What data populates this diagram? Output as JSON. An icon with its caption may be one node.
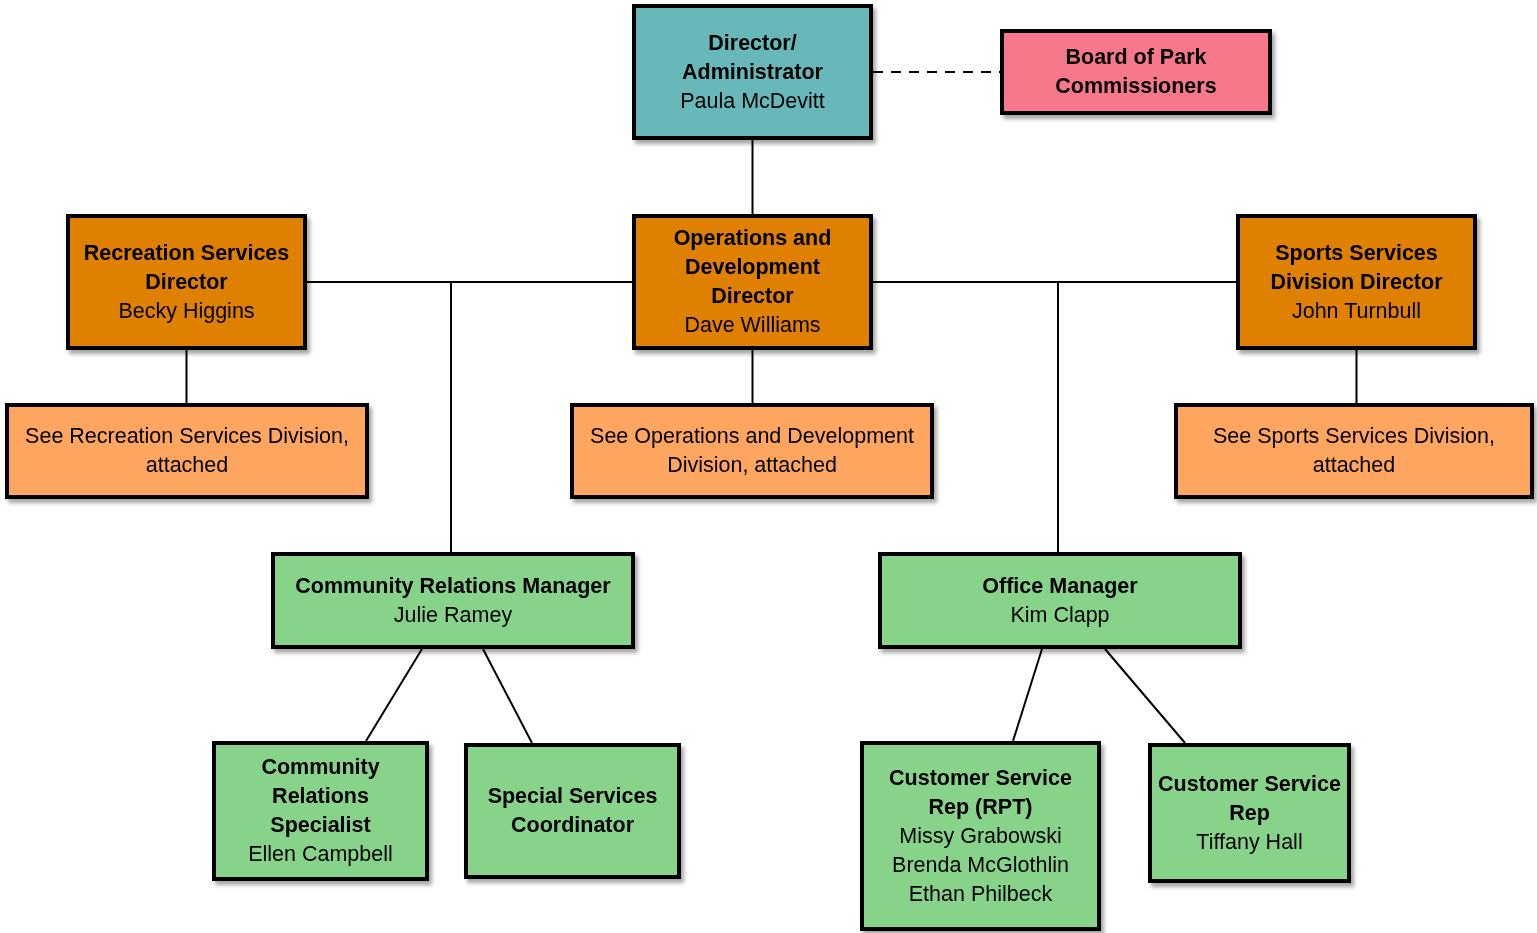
{
  "diagram": {
    "nodes": [
      {
        "text": [
          "Director/ Administrator",
          "Paula McDevitt"
        ]
      },
      {
        "text": [
          "Board of Park Commissioners"
        ]
      },
      {
        "text": [
          "Recreation Services Director",
          "Becky Higgins"
        ]
      },
      {
        "text": [
          "Operations and Development Director",
          "Dave Williams"
        ]
      },
      {
        "text": [
          "Sports Services Division Director",
          "John Turnbull"
        ]
      },
      {
        "text": [
          "See Recreation Services Division, attached"
        ]
      },
      {
        "text": [
          "See Operations and Development Division, attached"
        ]
      },
      {
        "text": [
          "See Sports Services Division, attached"
        ]
      },
      {
        "text": [
          "Community Relations Manager",
          "Julie Ramey"
        ]
      },
      {
        "text": [
          "Office Manager",
          "Kim Clapp"
        ]
      },
      {
        "text": [
          "Community Relations Specialist",
          "Ellen Campbell"
        ]
      },
      {
        "text": [
          "Special Services Coordinator"
        ]
      },
      {
        "text": [
          "Customer Service Rep (RPT)",
          "Missy Grabowski",
          "Brenda McGlothlin",
          "Ethan Philbeck"
        ]
      },
      {
        "text": [
          "Customer Service Rep",
          "Tiffany Hall"
        ]
      }
    ],
    "edges": [
      {
        "from": 0,
        "to": 1,
        "arrow": "none",
        "style": "dashed"
      },
      {
        "from": 0,
        "to": 3,
        "arrow": "none"
      },
      {
        "from": 3,
        "to": 2,
        "arrow": "none"
      },
      {
        "from": 3,
        "to": 4,
        "arrow": "none"
      },
      {
        "from": 2,
        "to": 5,
        "arrow": "none"
      },
      {
        "from": 3,
        "to": 6,
        "arrow": "none"
      },
      {
        "from": 4,
        "to": 7,
        "arrow": "none"
      },
      {
        "from": 3,
        "to": 8,
        "arrow": "none"
      },
      {
        "from": 3,
        "to": 9,
        "arrow": "none"
      },
      {
        "from": 8,
        "to": 10,
        "arrow": "none"
      },
      {
        "from": 8,
        "to": 11,
        "arrow": "none"
      },
      {
        "from": 9,
        "to": 12,
        "arrow": "none"
      },
      {
        "from": 9,
        "to": 13,
        "arrow": "none"
      }
    ]
  }
}
